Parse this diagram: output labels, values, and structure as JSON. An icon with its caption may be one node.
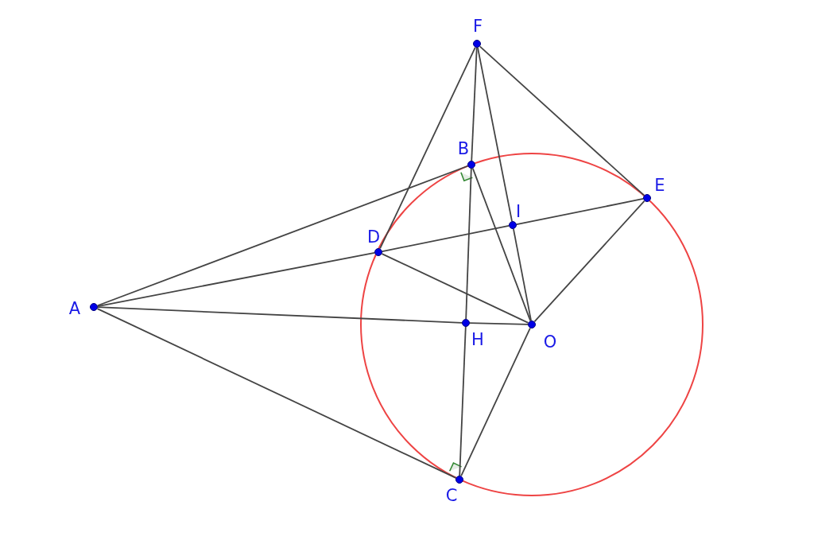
{
  "diagram": {
    "nodes": [
      {
        "text": [
          "F"
        ]
      },
      {
        "text": [
          "B"
        ]
      },
      {
        "text": [
          "E"
        ]
      },
      {
        "text": [
          "I"
        ]
      },
      {
        "text": [
          "D"
        ]
      },
      {
        "text": [
          "A"
        ]
      },
      {
        "text": [
          "H"
        ]
      },
      {
        "text": [
          "O"
        ]
      },
      {
        "text": [
          "C"
        ]
      }
    ],
    "edges": [
      {
        "from": 0,
        "to": 4,
        "arrow": "none"
      },
      {
        "from": 0,
        "to": 1,
        "arrow": "none"
      },
      {
        "from": 0,
        "to": 3,
        "arrow": "none"
      },
      {
        "from": 0,
        "to": 2,
        "arrow": "none"
      },
      {
        "from": 1,
        "to": 6,
        "arrow": "none"
      },
      {
        "from": 6,
        "to": 8,
        "arrow": "none"
      },
      {
        "from": 5,
        "to": 1,
        "arrow": "none"
      },
      {
        "from": 5,
        "to": 4,
        "arrow": "none"
      },
      {
        "from": 4,
        "to": 3,
        "arrow": "none"
      },
      {
        "from": 3,
        "to": 2,
        "arrow": "none"
      },
      {
        "from": 5,
        "to": 6,
        "arrow": "none"
      },
      {
        "from": 6,
        "to": 7,
        "arrow": "none"
      },
      {
        "from": 5,
        "to": 8,
        "arrow": "none"
      },
      {
        "from": 1,
        "to": 7,
        "arrow": "none"
      },
      {
        "from": 4,
        "to": 7,
        "arrow": "none"
      },
      {
        "from": 3,
        "to": 7,
        "arrow": "none"
      },
      {
        "from": 2,
        "to": 7,
        "arrow": "none"
      },
      {
        "from": 8,
        "to": 7,
        "arrow": "none"
      }
    ]
  }
}
